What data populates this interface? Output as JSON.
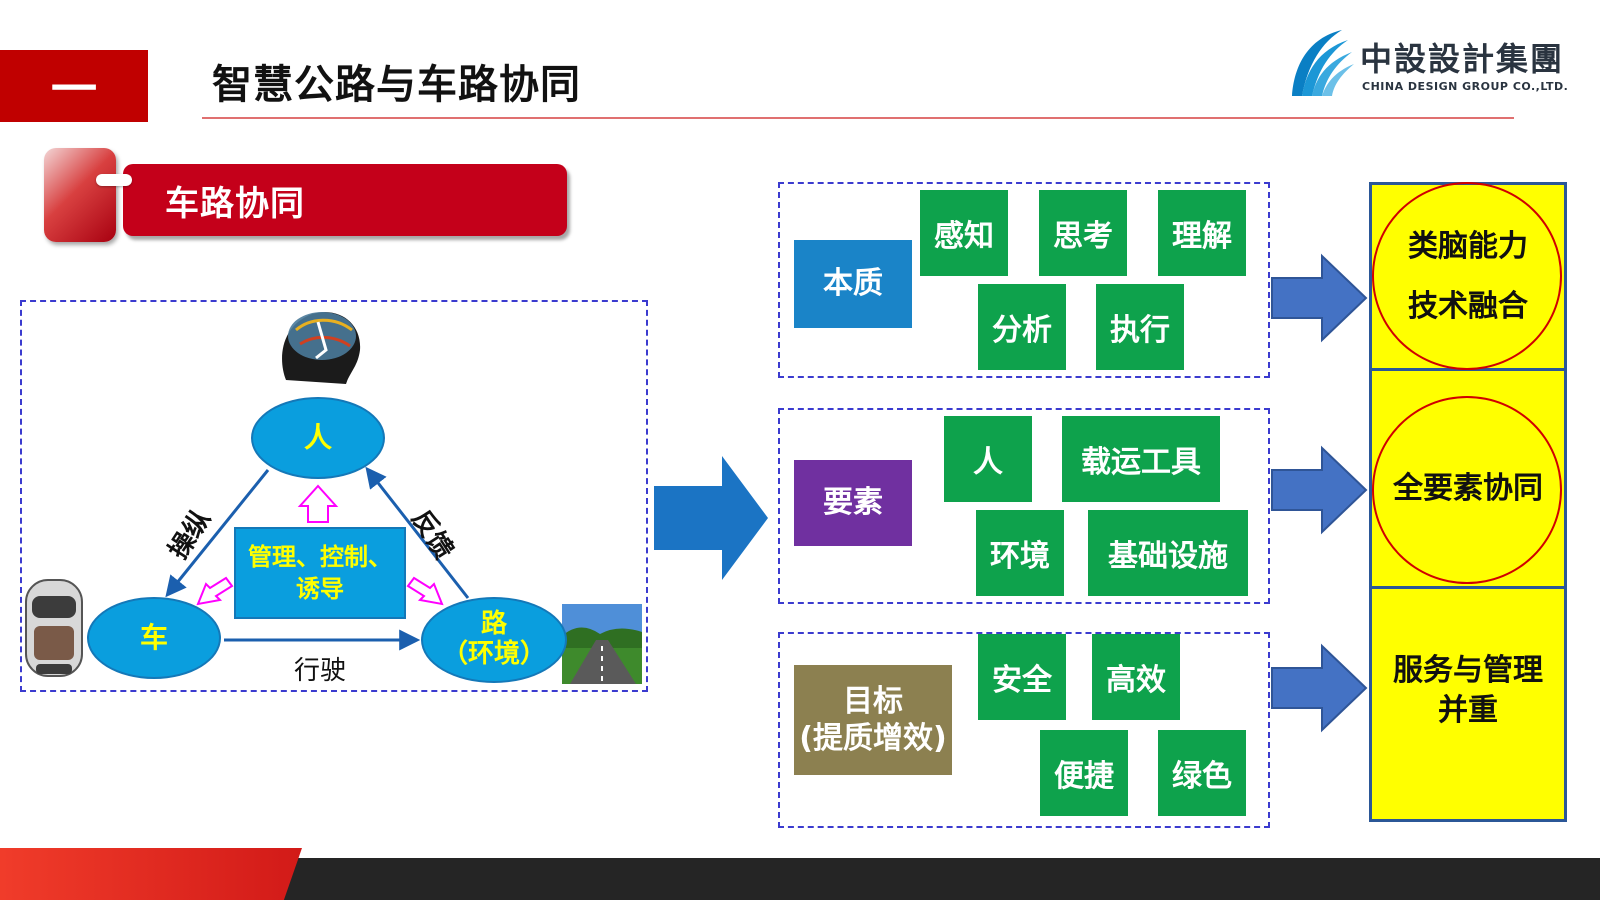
{
  "header": {
    "section_number": "一",
    "title": "智慧公路与车路协同"
  },
  "logo": {
    "name_cn": "中設設計集團",
    "name_en": "CHINA DESIGN GROUP CO.,LTD."
  },
  "banner": {
    "label": "车路协同"
  },
  "triangle": {
    "nodes": {
      "person": "人",
      "car": "车",
      "road_line1": "路",
      "road_line2": "（环境）"
    },
    "center_line1": "管理、控制、",
    "center_line2": "诱导",
    "edges": {
      "control": "操纵",
      "feedback": "反馈",
      "drive": "行驶"
    }
  },
  "groups": {
    "nature": {
      "label": "本质",
      "tags": [
        "感知",
        "思考",
        "理解",
        "分析",
        "执行"
      ]
    },
    "elements": {
      "label": "要素",
      "tags": [
        "人",
        "载运工具",
        "环境",
        "基础设施"
      ]
    },
    "goals": {
      "label_line1": "目标",
      "label_line2": "(提质增效)",
      "tags": [
        "安全",
        "高效",
        "便捷",
        "绿色"
      ]
    }
  },
  "outcomes": {
    "brain_line1": "类脑能力",
    "brain_line2": "技术融合",
    "all_elements": "全要素协同",
    "service_line1": "服务与管理",
    "service_line2": "并重"
  },
  "colors": {
    "brand_red": "#c00000",
    "node_blue": "#0a9ede",
    "tag_green": "#0ea24c",
    "outcome_yellow": "#ffff00",
    "arrow_blue": "#4472c4"
  }
}
